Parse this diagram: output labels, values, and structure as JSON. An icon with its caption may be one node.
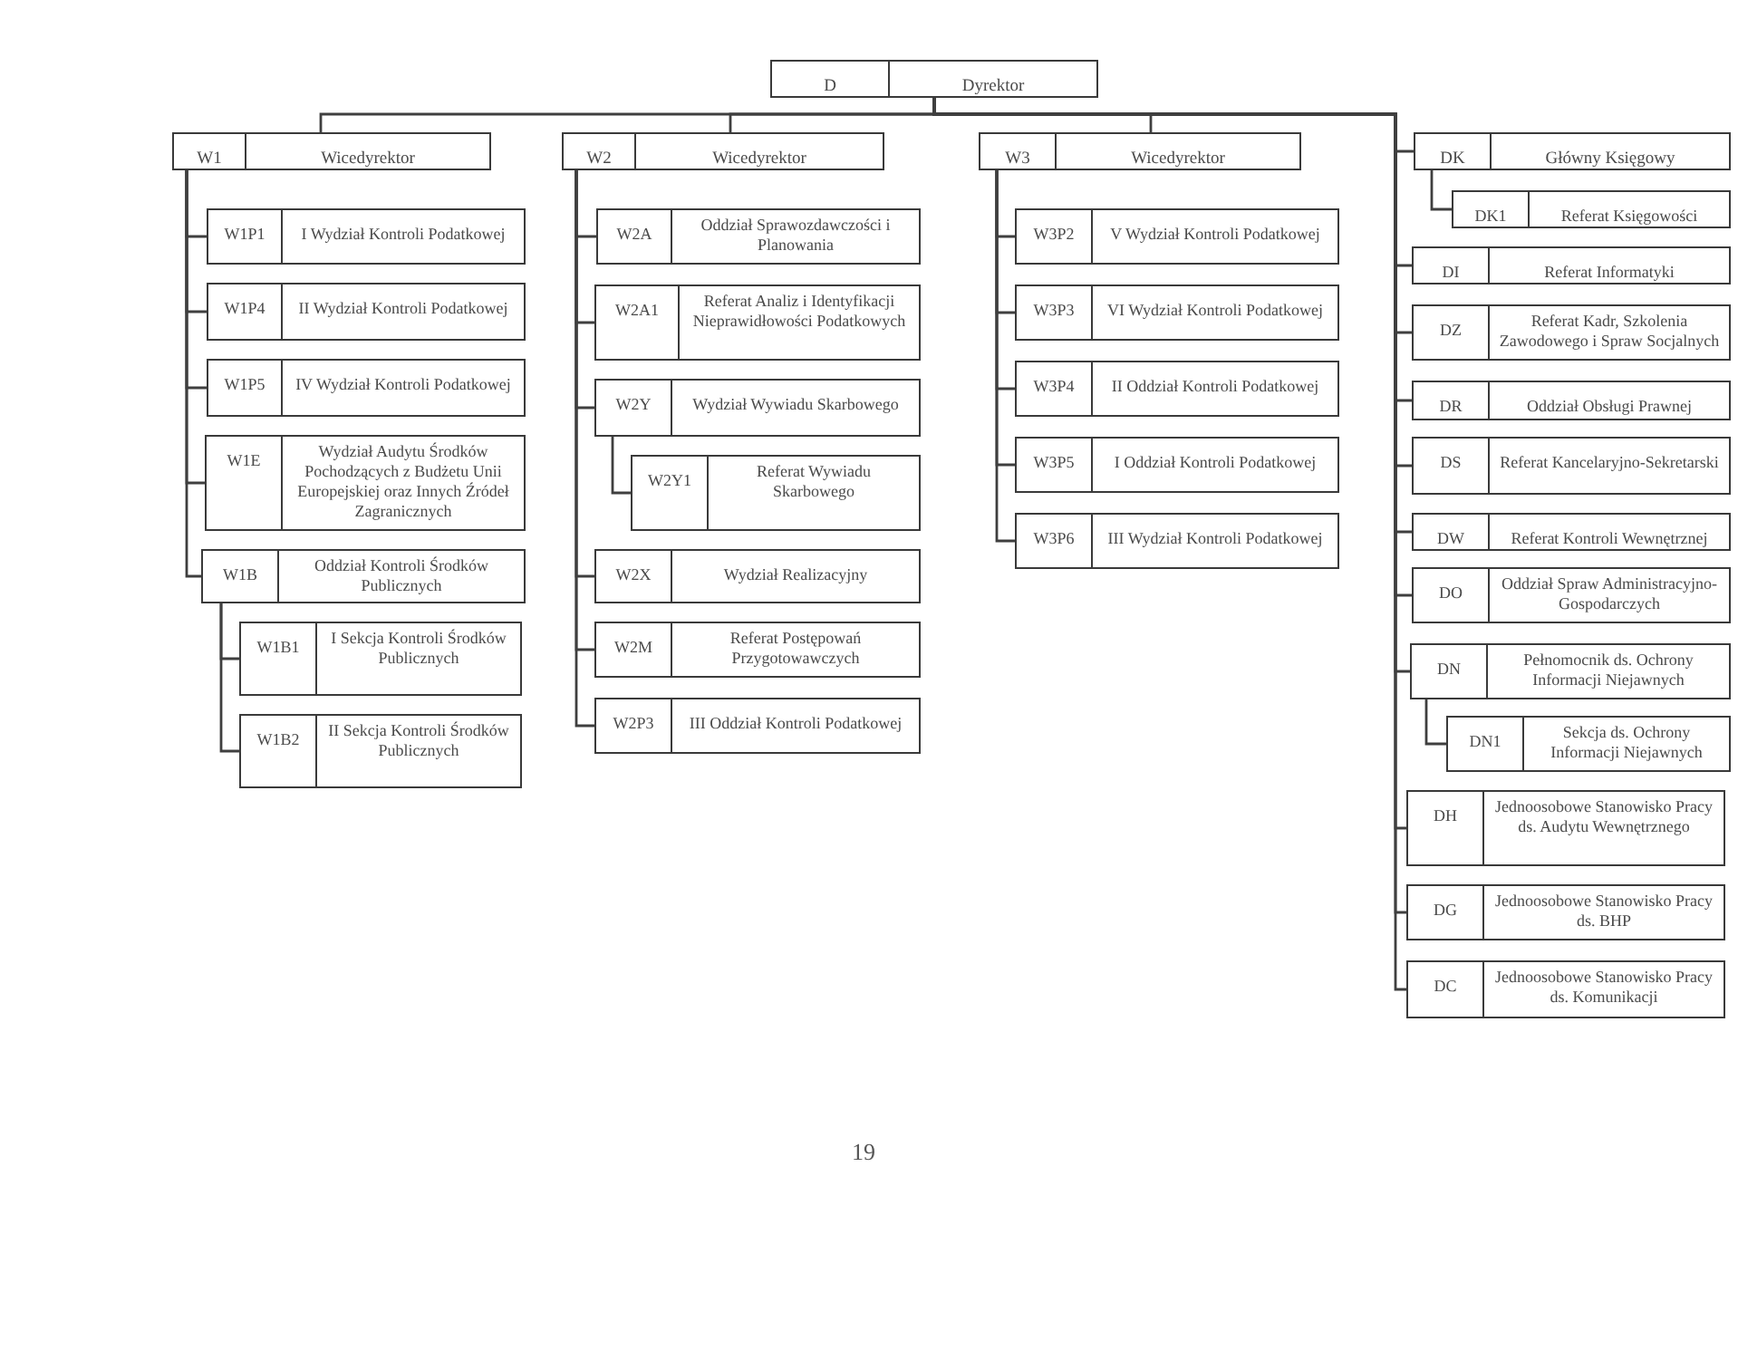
{
  "diagram": {
    "nodes": [
      {
        "text": [
          "D",
          "Dyrektor"
        ]
      },
      {
        "text": [
          "W1",
          "Wicedyrektor"
        ]
      },
      {
        "text": [
          "W2",
          "Wicedyrektor"
        ]
      },
      {
        "text": [
          "W3",
          "Wicedyrektor"
        ]
      },
      {
        "text": [
          "DK",
          "Główny Księgowy"
        ]
      },
      {
        "text": [
          "W1P1",
          "I Wydział Kontroli Podatkowej"
        ]
      },
      {
        "text": [
          "W1P4",
          "II Wydział Kontroli Podatkowej"
        ]
      },
      {
        "text": [
          "W1P5",
          "IV Wydział Kontroli Podatkowej"
        ]
      },
      {
        "text": [
          "W1E",
          "Wydział Audytu Środków Pochodzących z Budżetu Unii Europejskiej oraz Innych Źródeł Zagranicznych"
        ]
      },
      {
        "text": [
          "W1B",
          "Oddział Kontroli Środków Publicznych"
        ]
      },
      {
        "text": [
          "W1B1",
          "I Sekcja Kontroli Środków Publicznych"
        ]
      },
      {
        "text": [
          "W1B2",
          "II Sekcja Kontroli Środków Publicznych"
        ]
      },
      {
        "text": [
          "W2A",
          "Oddział Sprawozdawczości i Planowania"
        ]
      },
      {
        "text": [
          "W2A1",
          "Referat Analiz i Identyfikacji Nieprawidłowości Podatkowych"
        ]
      },
      {
        "text": [
          "W2Y",
          "Wydział Wywiadu Skarbowego"
        ]
      },
      {
        "text": [
          "W2Y1",
          "Referat Wywiadu Skarbowego"
        ]
      },
      {
        "text": [
          "W2X",
          "Wydział Realizacyjny"
        ]
      },
      {
        "text": [
          "W2M",
          "Referat Postępowań Przygotowawczych"
        ]
      },
      {
        "text": [
          "W2P3",
          "III Oddział Kontroli Podatkowej"
        ]
      },
      {
        "text": [
          "W3P2",
          "V Wydział Kontroli Podatkowej"
        ]
      },
      {
        "text": [
          "W3P3",
          "VI Wydział Kontroli Podatkowej"
        ]
      },
      {
        "text": [
          "W3P4",
          "II Oddział Kontroli Podatkowej"
        ]
      },
      {
        "text": [
          "W3P5",
          "I Oddział Kontroli Podatkowej"
        ]
      },
      {
        "text": [
          "W3P6",
          "III Wydział Kontroli Podatkowej"
        ]
      },
      {
        "text": [
          "DK1",
          "Referat Księgowości"
        ]
      },
      {
        "text": [
          "DI",
          "Referat Informatyki"
        ]
      },
      {
        "text": [
          "DZ",
          "Referat Kadr, Szkolenia Zawodowego i Spraw Socjalnych"
        ]
      },
      {
        "text": [
          "DR",
          "Oddział Obsługi Prawnej"
        ]
      },
      {
        "text": [
          "DS",
          "Referat Kancelaryjno-Sekretarski"
        ]
      },
      {
        "text": [
          "DW",
          "Referat Kontroli Wewnętrznej"
        ]
      },
      {
        "text": [
          "DO",
          "Oddział Spraw Administracyjno-Gospodarczych"
        ]
      },
      {
        "text": [
          "DN",
          "Pełnomocnik ds. Ochrony Informacji Niejawnych"
        ]
      },
      {
        "text": [
          "DN1",
          "Sekcja ds. Ochrony Informacji Niejawnych"
        ]
      },
      {
        "text": [
          "DH",
          "Jednoosobowe Stanowisko Pracy ds. Audytu Wewnętrznego"
        ]
      },
      {
        "text": [
          "DG",
          "Jednoosobowe Stanowisko Pracy ds. BHP"
        ]
      },
      {
        "text": [
          "DC",
          "Jednoosobowe Stanowisko Pracy ds. Komunikacji"
        ]
      }
    ],
    "edges": [
      {
        "from": 0,
        "to": 1,
        "arrow": "none"
      },
      {
        "from": 0,
        "to": 2,
        "arrow": "none"
      },
      {
        "from": 0,
        "to": 3,
        "arrow": "none"
      },
      {
        "from": 0,
        "to": 4,
        "arrow": "none"
      },
      {
        "from": 0,
        "to": 25,
        "arrow": "none"
      },
      {
        "from": 0,
        "to": 26,
        "arrow": "none"
      },
      {
        "from": 0,
        "to": 27,
        "arrow": "none"
      },
      {
        "from": 0,
        "to": 28,
        "arrow": "none"
      },
      {
        "from": 0,
        "to": 29,
        "arrow": "none"
      },
      {
        "from": 0,
        "to": 30,
        "arrow": "none"
      },
      {
        "from": 0,
        "to": 31,
        "arrow": "none"
      },
      {
        "from": 0,
        "to": 33,
        "arrow": "none"
      },
      {
        "from": 0,
        "to": 34,
        "arrow": "none"
      },
      {
        "from": 0,
        "to": 35,
        "arrow": "none"
      },
      {
        "from": 4,
        "to": 24,
        "arrow": "none"
      },
      {
        "from": 31,
        "to": 32,
        "arrow": "none"
      },
      {
        "from": 1,
        "to": 5,
        "arrow": "none"
      },
      {
        "from": 1,
        "to": 6,
        "arrow": "none"
      },
      {
        "from": 1,
        "to": 7,
        "arrow": "none"
      },
      {
        "from": 1,
        "to": 8,
        "arrow": "none"
      },
      {
        "from": 1,
        "to": 9,
        "arrow": "none"
      },
      {
        "from": 9,
        "to": 10,
        "arrow": "none"
      },
      {
        "from": 9,
        "to": 11,
        "arrow": "none"
      },
      {
        "from": 2,
        "to": 12,
        "arrow": "none"
      },
      {
        "from": 2,
        "to": 13,
        "arrow": "none"
      },
      {
        "from": 2,
        "to": 14,
        "arrow": "none"
      },
      {
        "from": 14,
        "to": 15,
        "arrow": "none"
      },
      {
        "from": 2,
        "to": 16,
        "arrow": "none"
      },
      {
        "from": 2,
        "to": 17,
        "arrow": "none"
      },
      {
        "from": 2,
        "to": 18,
        "arrow": "none"
      },
      {
        "from": 3,
        "to": 19,
        "arrow": "none"
      },
      {
        "from": 3,
        "to": 20,
        "arrow": "none"
      },
      {
        "from": 3,
        "to": 21,
        "arrow": "none"
      },
      {
        "from": 3,
        "to": 22,
        "arrow": "none"
      },
      {
        "from": 3,
        "to": 23,
        "arrow": "none"
      }
    ],
    "labels": [
      "19"
    ]
  }
}
